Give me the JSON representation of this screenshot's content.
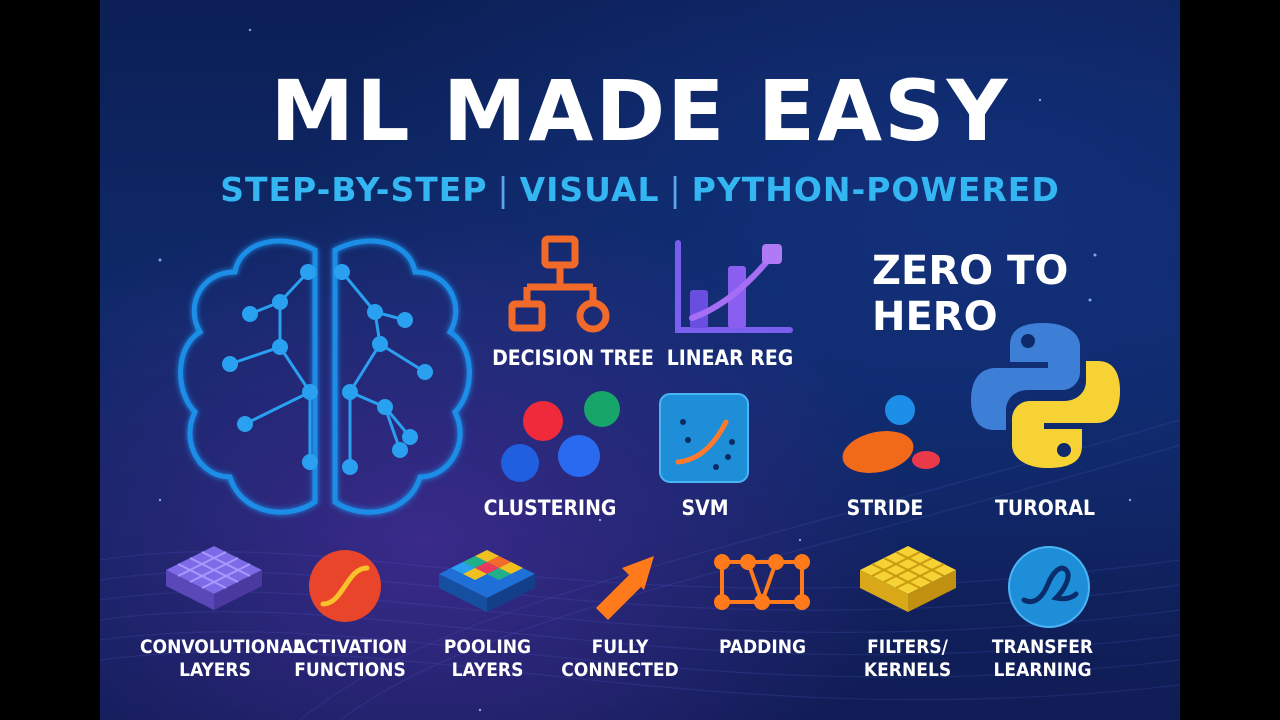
{
  "title": "ML MADE EASY",
  "subtitle": {
    "part1": "STEP-BY-STEP",
    "part2": "VISUAL",
    "part3": "PYTHON-POWERED",
    "separator": "|"
  },
  "tagline": {
    "line1": "ZERO TO",
    "line2": "HERO"
  },
  "top_topics": {
    "decision_tree": "DECISION TREE",
    "linear_reg": "LINEAR REG",
    "clustering": "CLUSTERING",
    "svm": "SVM",
    "stride": "STRIDE",
    "tutorial": "TURORAL"
  },
  "bottom_topics": [
    {
      "line1": "CONVOLUTIONAL",
      "line2": "LAYERS"
    },
    {
      "line1": "ACTIVATION",
      "line2": "FUNCTIONS"
    },
    {
      "line1": "POOLING",
      "line2": "LAYERS"
    },
    {
      "line1": "FULLY",
      "line2": "CONNECTED"
    },
    {
      "line1": "PADDING",
      "line2": ""
    },
    {
      "line1": "FILTERS/",
      "line2": "KERNELS"
    },
    {
      "line1": "TRANSFER",
      "line2": "LEARNING"
    }
  ],
  "icons": [
    "brain-network-icon",
    "decision-tree-icon",
    "linear-reg-chart-icon",
    "clustering-dots-icon",
    "svm-icon",
    "stride-icon",
    "python-logo-icon",
    "conv-grid-icon",
    "activation-icon",
    "pooling-grid-icon",
    "arrow-icon",
    "padding-network-icon",
    "filters-grid-icon",
    "transfer-learning-icon"
  ],
  "colors": {
    "accent": "#33b6f2",
    "title": "#ffffff",
    "bg_top": "#0c1f56",
    "bg_bottom": "#101c55"
  }
}
